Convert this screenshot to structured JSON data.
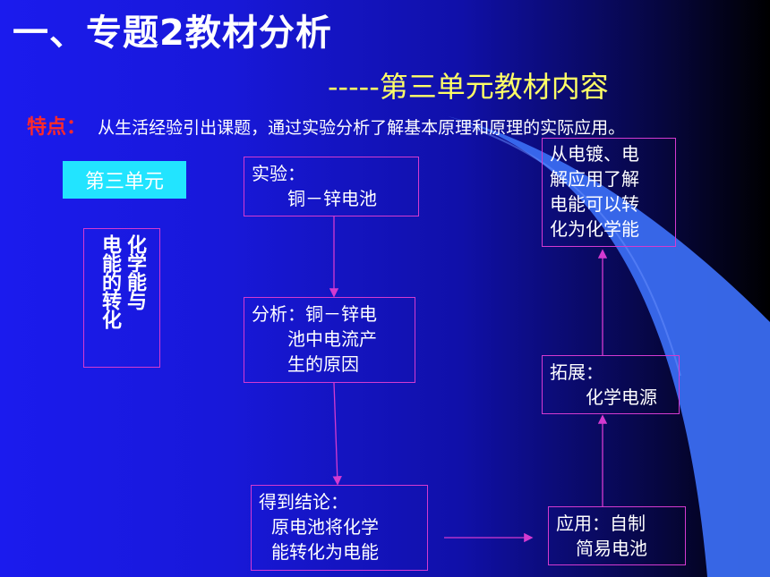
{
  "slide": {
    "title": "一、专题2教材分析",
    "subtitle": "-----第三单元教材内容",
    "feature_label": "特点：",
    "feature_text": "从生活经验引出课题，通过实验分析了解基本原理和原理的实际应用。",
    "unit_tag": "第三单元",
    "vertical_col_right": "化学能与",
    "vertical_col_left": "电能的转化"
  },
  "flow": {
    "experiment": {
      "line1": "实验：",
      "line2": "铜－锌电池"
    },
    "analysis": {
      "line1": "分析：铜－锌电",
      "line2": "池中电流产",
      "line3": "生的原因"
    },
    "conclusion": {
      "line1": "得到结论：",
      "line2": "原电池将化学",
      "line3": "能转化为电能"
    },
    "application": {
      "line1": "应用：自制",
      "line2": "简易电池"
    },
    "extension": {
      "line1": "拓展：",
      "line2": "化学电源"
    },
    "electroplating": {
      "line1": "从电镀、电",
      "line2": "解应用了解",
      "line3": "电能可以转",
      "line4": "化为化学能"
    }
  },
  "colors": {
    "title": "#ffffff",
    "subtitle": "#ffff66",
    "feature_label": "#ff2a2a",
    "unit_tag_bg": "#22e4ff",
    "box_border": "#d43ad0",
    "arrow": "#d43ad0",
    "swoosh": "#3a6cf0"
  }
}
